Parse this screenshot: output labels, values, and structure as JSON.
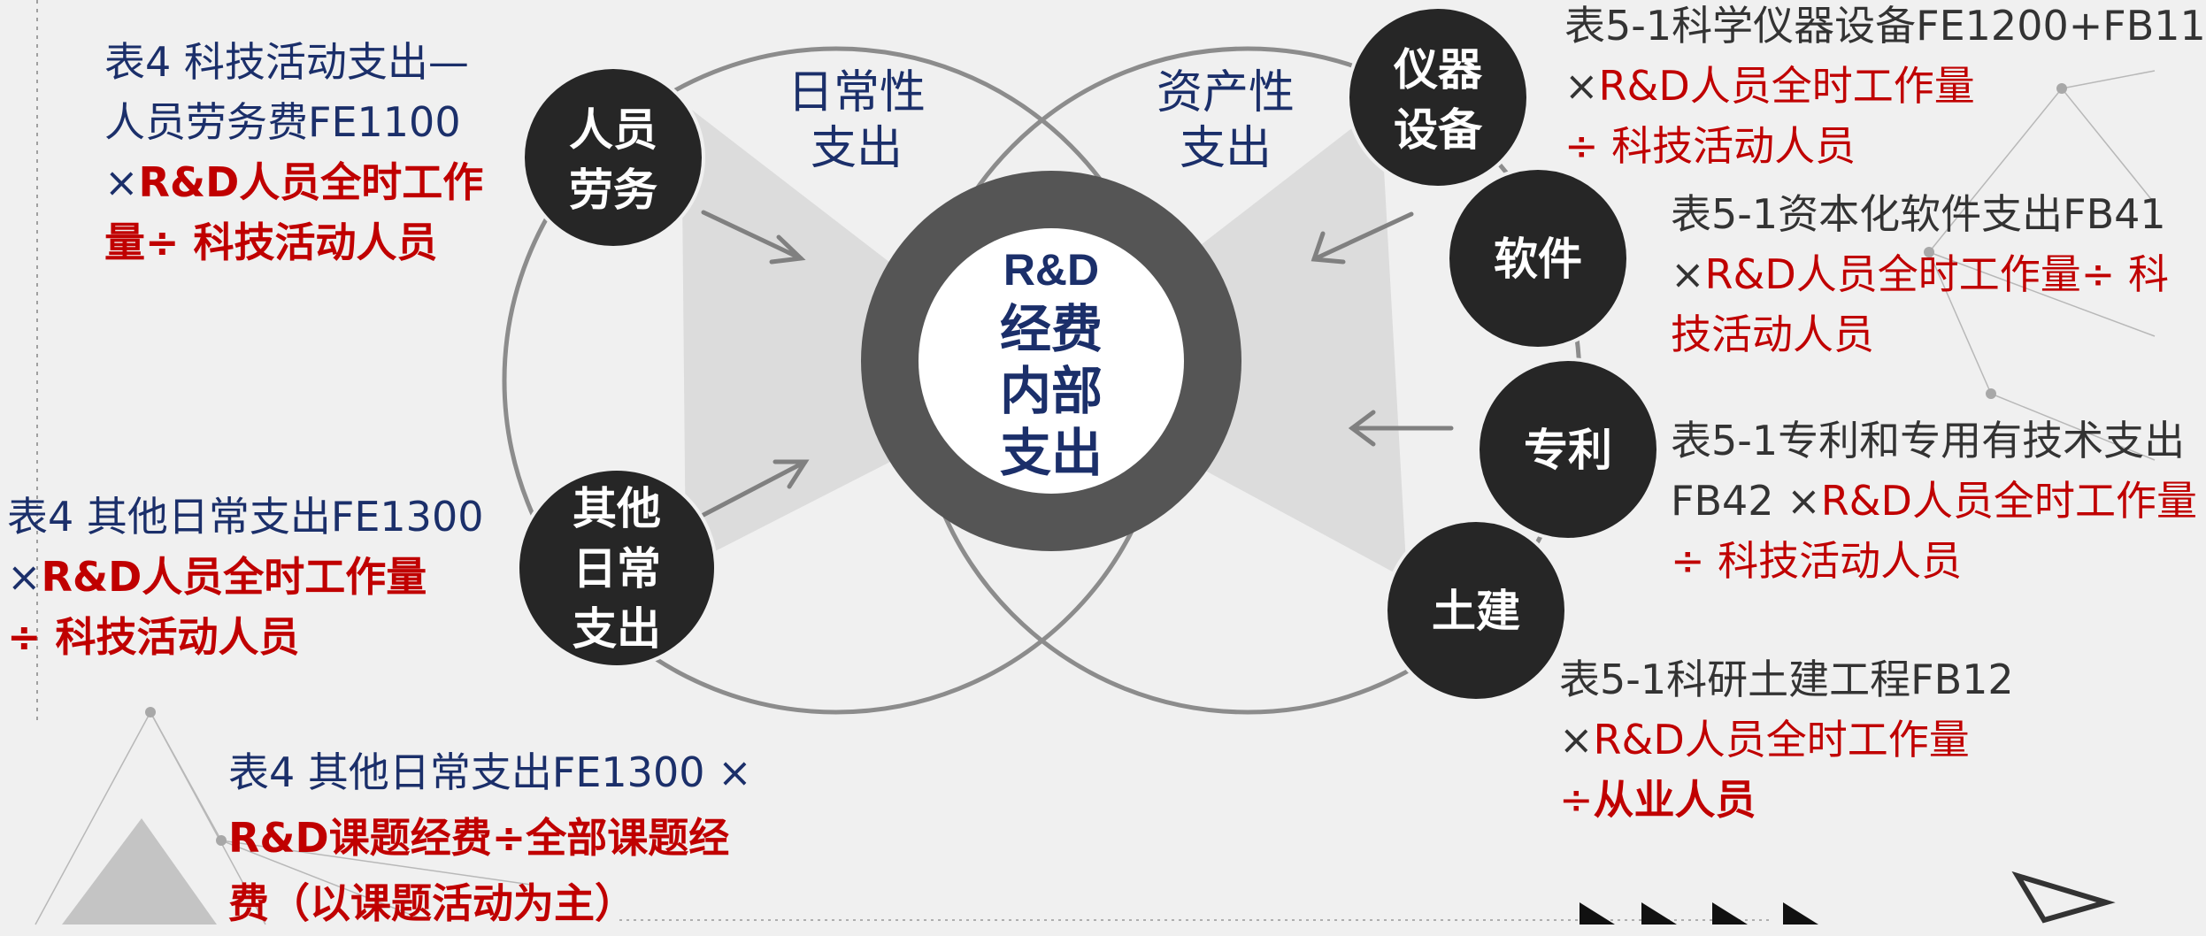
{
  "center": {
    "line1": "R&D",
    "line2": "经费",
    "line3": "内部",
    "line4": "支出"
  },
  "categories": {
    "daily": {
      "line1": "日常性",
      "line2": "支出"
    },
    "asset": {
      "line1": "资产性",
      "line2": "支出"
    }
  },
  "nodes": {
    "personnel": [
      "人员",
      "劳务"
    ],
    "other_daily": [
      "其他",
      "日常",
      "支出"
    ],
    "instruments": [
      "仪器",
      "设备"
    ],
    "software": [
      "软件"
    ],
    "patent": [
      "专利"
    ],
    "construction": [
      "土建"
    ]
  },
  "notes": {
    "personnel": {
      "l1": "表4 科技活动支出—",
      "l2": "人员劳务费FE1100",
      "l3_prefix": "×",
      "l3_red": "R&D人员全时工作",
      "l4_red": "量÷ 科技活动人员"
    },
    "other_daily": {
      "l1": "表4 其他日常支出FE1300",
      "l2_prefix": "×",
      "l2_red": "R&D人员全时工作量",
      "l3_red": "÷ 科技活动人员"
    },
    "other_daily_project": {
      "l1": "表4 其他日常支出FE1300 ×",
      "l2_red": "R&D课题经费÷全部课题经",
      "l3_red": "费（以课题活动为主）"
    },
    "instruments": {
      "l1": "表5-1科学仪器设备FE1200+FB11",
      "l2_prefix": "×",
      "l2_red": "R&D人员全时工作量",
      "l3_red": "÷ 科技活动人员"
    },
    "software": {
      "l1": "表5-1资本化软件支出FB41",
      "l2_prefix": "×",
      "l2_red": "R&D人员全时工作量÷ 科",
      "l3_red": "技活动人员"
    },
    "patent": {
      "l1": "表5-1专利和专用有技术支出",
      "l2_prefix": "FB42 ×",
      "l2_red": "R&D人员全时工作量",
      "l3_red": "÷ 科技活动人员"
    },
    "construction": {
      "l1": "表5-1科研土建工程FB12",
      "l2_prefix": "×",
      "l2_red": "R&D人员全时工作量",
      "l3_prefix": "÷",
      "l3_red": "从业人员"
    }
  },
  "colors": {
    "background": "#f0f0f0",
    "node_fill": "#262626",
    "ring": "#555555",
    "circle_stroke": "#8c8c8c",
    "title_navy": "#1b2f6a",
    "accent_red": "#c00000",
    "arrow": "#808080"
  }
}
